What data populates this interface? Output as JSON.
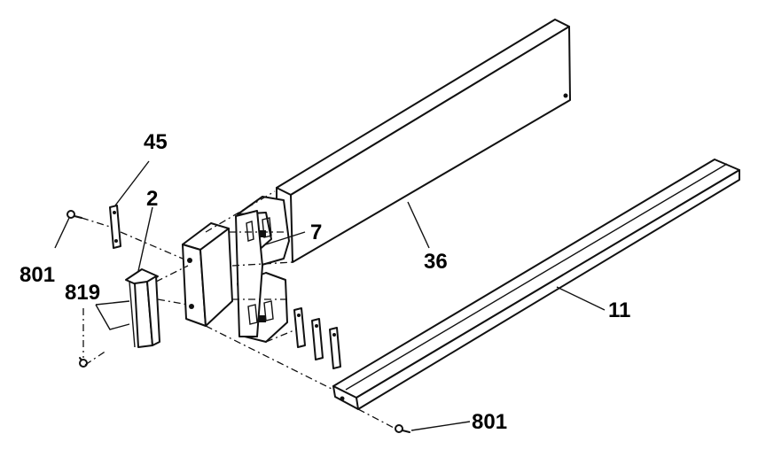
{
  "diagram": {
    "labels": {
      "p45": "45",
      "p2": "2",
      "p801_left": "801",
      "p819": "819",
      "p7": "7",
      "p36": "36",
      "p11": "11",
      "p801_bottom": "801"
    }
  }
}
